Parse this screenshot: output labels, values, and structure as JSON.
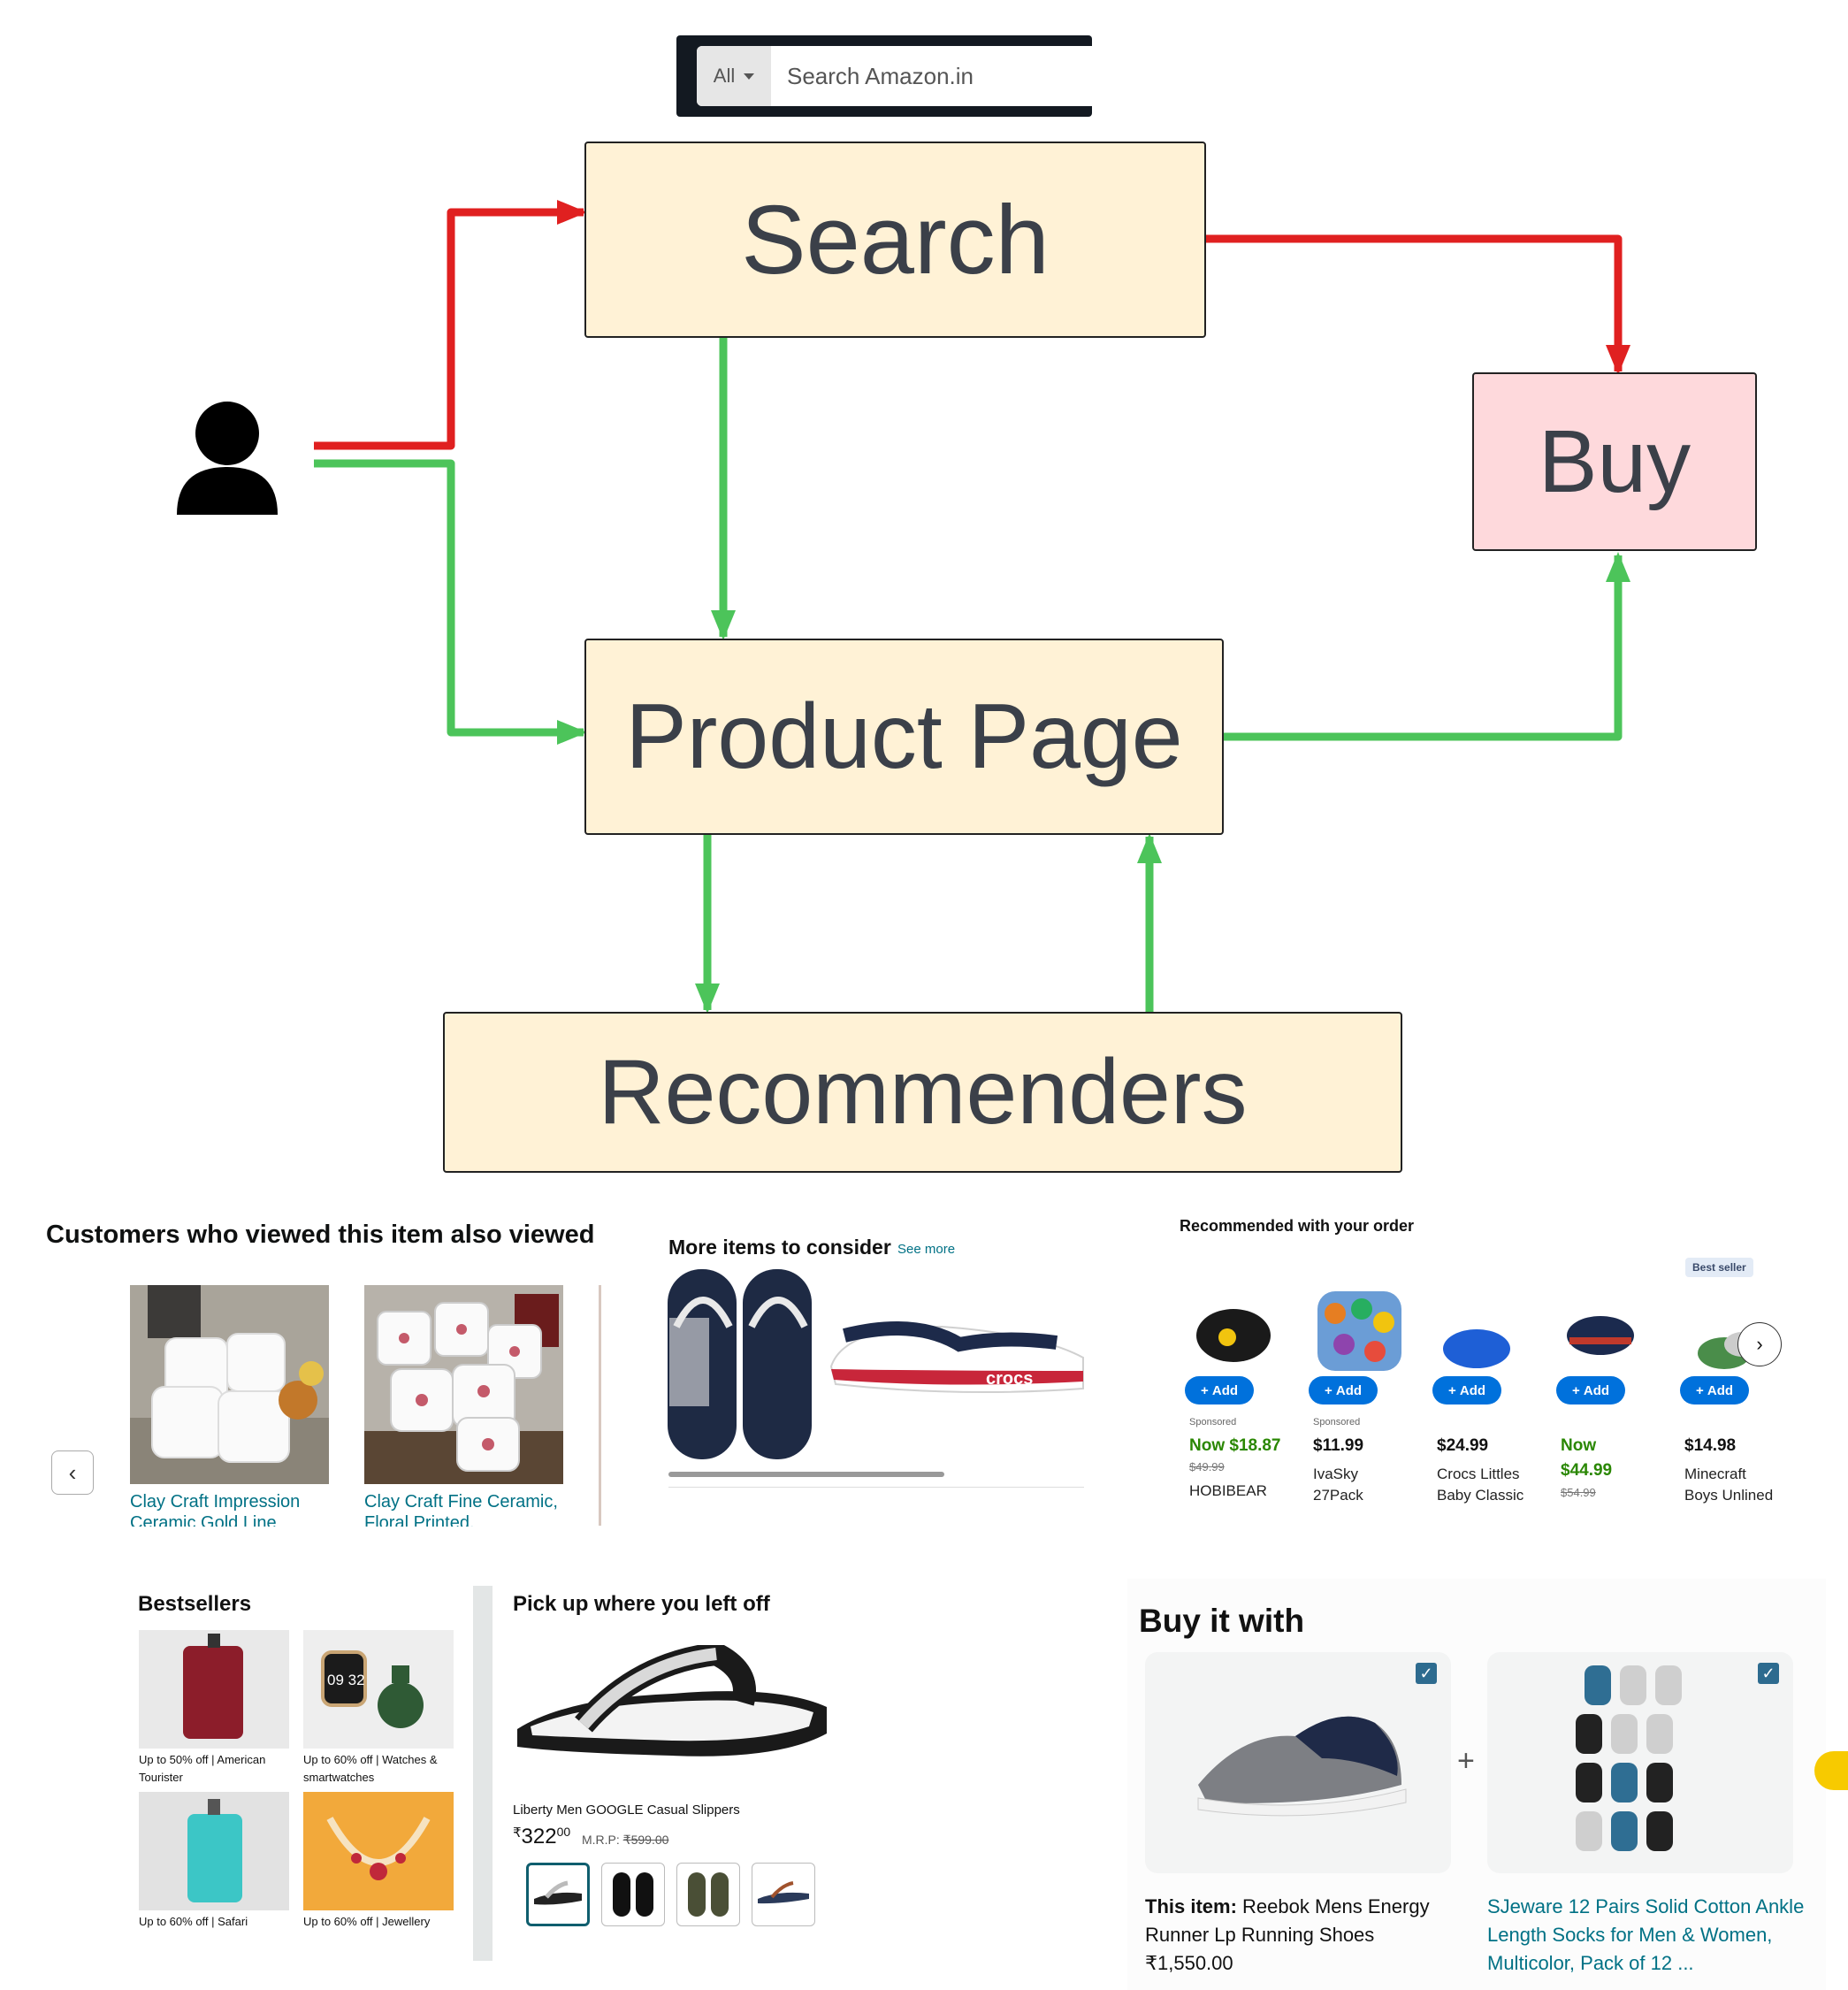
{
  "searchbar": {
    "category": "All",
    "placeholder": "Search Amazon.in"
  },
  "diagram": {
    "nodes": {
      "search": "Search",
      "buy": "Buy",
      "product_page": "Product Page",
      "recommenders": "Recommenders"
    },
    "colors": {
      "red_path": "#e02020",
      "green_path": "#4cc45a",
      "node_fill": "#fff2d6",
      "buy_fill": "#fed9dc"
    }
  },
  "also_viewed": {
    "title": "Customers who viewed this item also viewed",
    "items": [
      {
        "name": "Clay Craft Impression Ceramic Gold Line Coffee"
      },
      {
        "name": "Clay Craft Fine Ceramic, Floral Printed, Tea/Coffee"
      }
    ]
  },
  "more_items": {
    "title": "More items to consider",
    "see_more": "See more",
    "brand_text": "crocs"
  },
  "rec_order": {
    "title": "Recommended with your order",
    "badge": "Best seller",
    "add_label": "Add",
    "items": [
      {
        "sponsored": "Sponsored",
        "price": "Now $18.87",
        "was": "$49.99",
        "name1": "HOBIBEAR",
        "name2": ""
      },
      {
        "sponsored": "Sponsored",
        "price": "$11.99",
        "was": "",
        "name1": "IvaSky",
        "name2": "27Pack"
      },
      {
        "sponsored": "",
        "price": "$24.99",
        "was": "",
        "name1": "Crocs Littles",
        "name2": "Baby Classic"
      },
      {
        "sponsored": "",
        "price_prefix": "Now",
        "price": "$44.99",
        "was": "$54.99",
        "name1": "",
        "name2": ""
      },
      {
        "sponsored": "",
        "price": "$14.98",
        "was": "",
        "name1": "Minecraft",
        "name2": "Boys Unlined"
      }
    ]
  },
  "bestsellers": {
    "title": "Bestsellers",
    "tiles": [
      {
        "caption": "Up to 50% off | American Tourister"
      },
      {
        "caption": "Up to 60% off | Watches & smartwatches",
        "watch_time": "09 32"
      },
      {
        "caption": "Up to 60% off | Safari"
      },
      {
        "caption": "Up to 60% off | Jewellery"
      }
    ]
  },
  "pick_up": {
    "title": "Pick up where you left off",
    "product": "Liberty Men GOOGLE Casual Slippers",
    "price_symbol": "₹",
    "price_whole": "322",
    "price_fraction": "00",
    "mrp_label": "M.R.P:",
    "mrp": "₹599.00"
  },
  "buy_with": {
    "title": "Buy it with",
    "plus": "+",
    "item1_prefix": "This item:",
    "item1_name": "Reebok Mens Energy Runner Lp Running Shoes",
    "item1_price": "₹1,550.00",
    "item2_name": "SJeware 12 Pairs Solid Cotton Ankle Length Socks for Men & Women, Multicolor, Pack of 12 ..."
  }
}
